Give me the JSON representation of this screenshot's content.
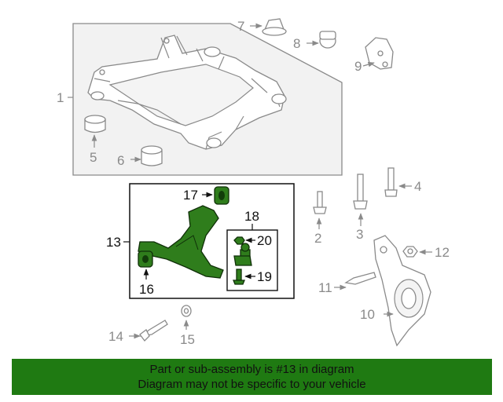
{
  "callouts": {
    "c1": "1",
    "c2": "2",
    "c3": "3",
    "c4": "4",
    "c5": "5",
    "c6": "6",
    "c7": "7",
    "c8": "8",
    "c9": "9",
    "c10": "10",
    "c11": "11",
    "c12": "12",
    "c13": "13",
    "c14": "14",
    "c15": "15",
    "c16": "16",
    "c17": "17",
    "c18": "18",
    "c19": "19",
    "c20": "20"
  },
  "banner": {
    "line1": "Part or sub-assembly is #13 in diagram",
    "line2": "Diagram may not be specific to your vehicle"
  },
  "colors": {
    "highlight": "#2f7d1c",
    "banner": "#1f7a12",
    "line": "#8a8a8a"
  }
}
